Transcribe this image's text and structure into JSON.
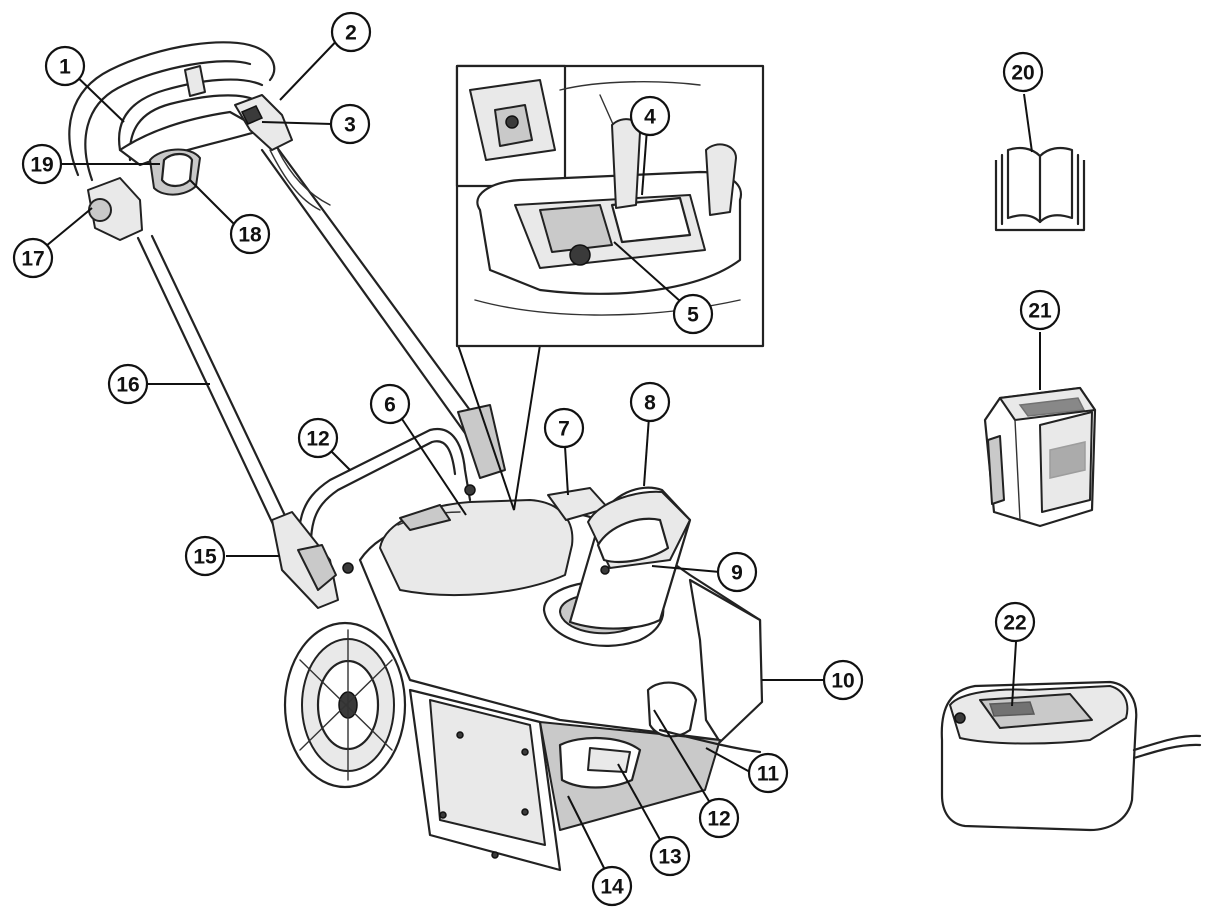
{
  "callouts": [
    {
      "n": "1"
    },
    {
      "n": "2"
    },
    {
      "n": "3"
    },
    {
      "n": "4"
    },
    {
      "n": "5"
    },
    {
      "n": "6"
    },
    {
      "n": "7"
    },
    {
      "n": "8"
    },
    {
      "n": "9"
    },
    {
      "n": "10"
    },
    {
      "n": "11"
    },
    {
      "n": "12"
    },
    {
      "n": "12"
    },
    {
      "n": "13"
    },
    {
      "n": "14"
    },
    {
      "n": "15"
    },
    {
      "n": "16"
    },
    {
      "n": "17"
    },
    {
      "n": "18"
    },
    {
      "n": "19"
    },
    {
      "n": "20"
    },
    {
      "n": "21"
    },
    {
      "n": "22"
    }
  ],
  "icons": {
    "manual": "open-book-icon",
    "battery": "battery-pack-icon",
    "charger": "battery-charger-icon",
    "machine": "snow-thrower-illustration"
  },
  "colors": {
    "line": "#222222",
    "background": "#ffffff"
  }
}
